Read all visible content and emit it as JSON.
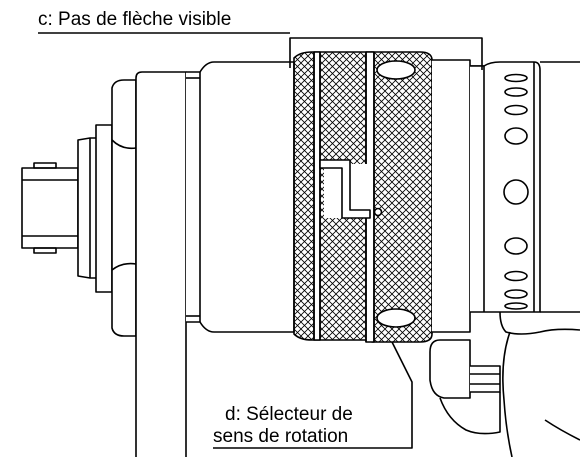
{
  "labels": {
    "c": "c: Pas de flèche visible",
    "d_line1": "d: Sélecteur de",
    "d_line2": "sens de rotation"
  },
  "colors": {
    "stroke": "#000000",
    "fill": "#ffffff"
  }
}
